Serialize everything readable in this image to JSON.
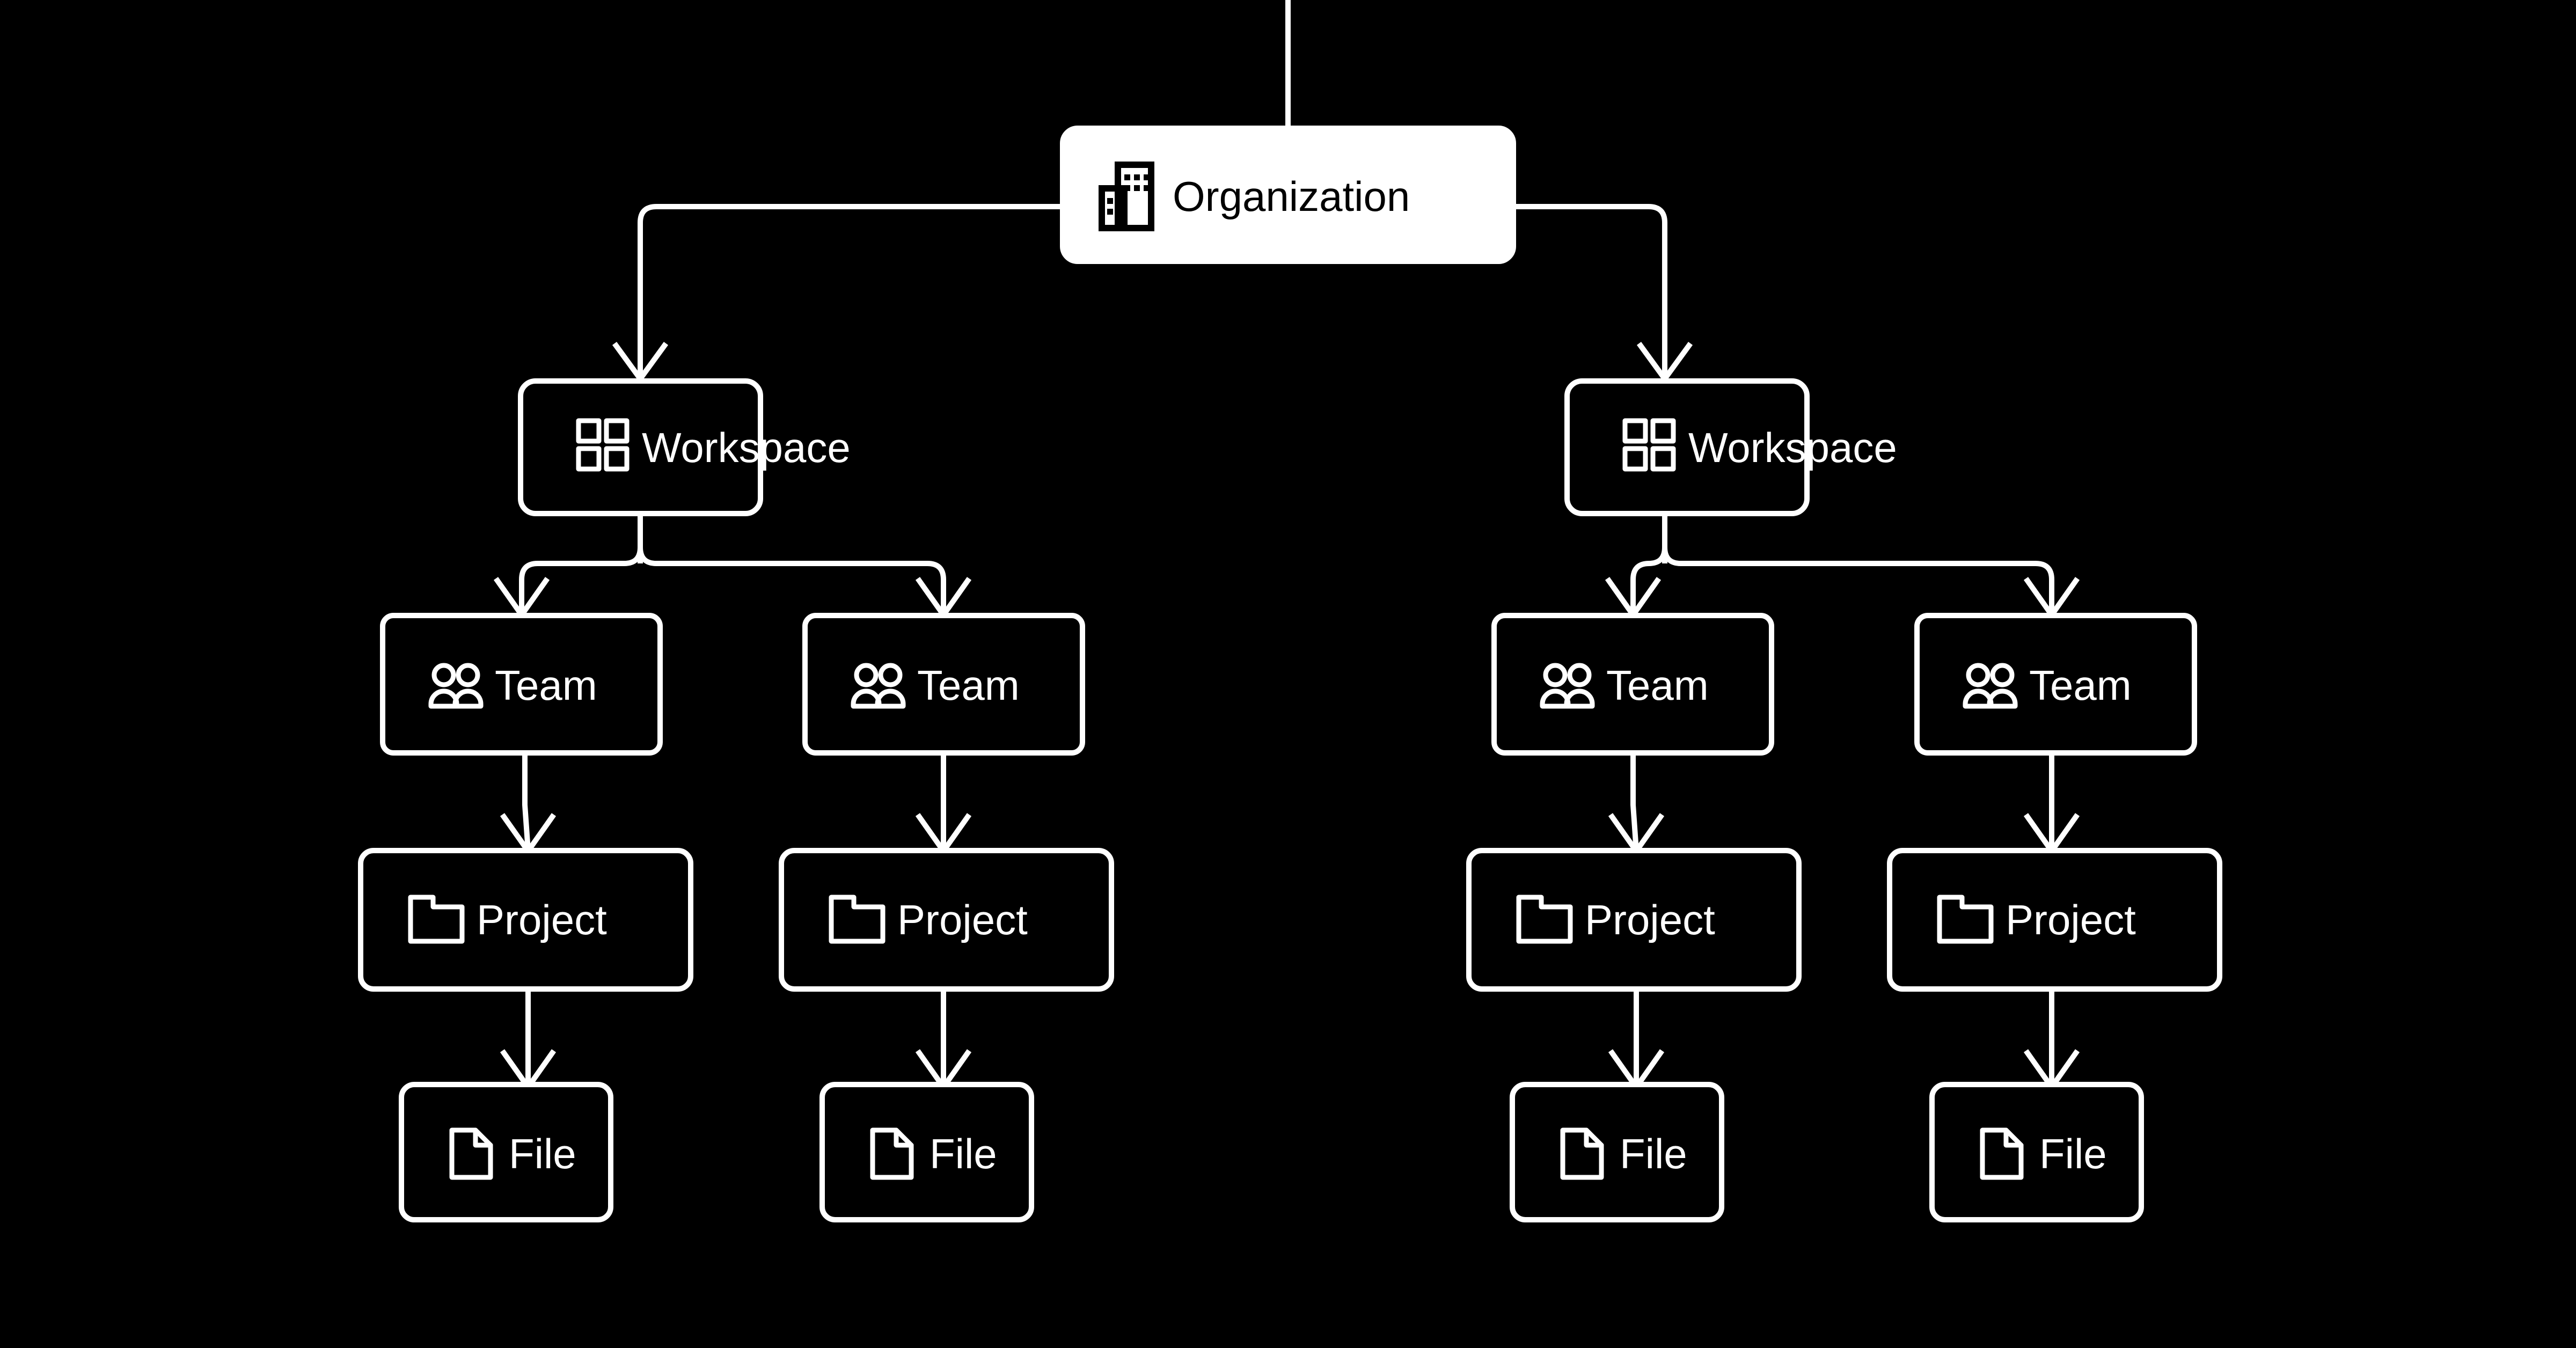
{
  "diagram": {
    "title": "Organization hierarchy tree",
    "background_color": "#000000",
    "line_color": "#ffffff",
    "accent_fill": "#ffffff",
    "levels": [
      "Organization",
      "Workspace",
      "Team",
      "Project",
      "File"
    ],
    "nodes": {
      "organization": {
        "label": "Organization",
        "icon": "building-icon",
        "style": "filled",
        "text_color": "#000000",
        "fill_color": "#ffffff"
      },
      "workspace_left": {
        "label": "Workspace",
        "icon": "grid-icon",
        "style": "outline",
        "text_color": "#ffffff",
        "fill_color": "#000000"
      },
      "workspace_right": {
        "label": "Workspace",
        "icon": "grid-icon",
        "style": "outline",
        "text_color": "#ffffff",
        "fill_color": "#000000"
      },
      "team_1": {
        "label": "Team",
        "icon": "users-icon",
        "style": "outline"
      },
      "team_2": {
        "label": "Team",
        "icon": "users-icon",
        "style": "outline"
      },
      "team_3": {
        "label": "Team",
        "icon": "users-icon",
        "style": "outline"
      },
      "team_4": {
        "label": "Team",
        "icon": "users-icon",
        "style": "outline"
      },
      "project_1": {
        "label": "Project",
        "icon": "folder-icon",
        "style": "outline"
      },
      "project_2": {
        "label": "Project",
        "icon": "folder-icon",
        "style": "outline"
      },
      "project_3": {
        "label": "Project",
        "icon": "folder-icon",
        "style": "outline"
      },
      "project_4": {
        "label": "Project",
        "icon": "folder-icon",
        "style": "outline"
      },
      "file_1": {
        "label": "File",
        "icon": "document-icon",
        "style": "outline"
      },
      "file_2": {
        "label": "File",
        "icon": "document-icon",
        "style": "outline"
      },
      "file_3": {
        "label": "File",
        "icon": "document-icon",
        "style": "outline"
      },
      "file_4": {
        "label": "File",
        "icon": "document-icon",
        "style": "outline"
      }
    },
    "edges": [
      {
        "from": "organization",
        "to": "workspace_left",
        "type": "fork-arrow"
      },
      {
        "from": "organization",
        "to": "workspace_right",
        "type": "fork-arrow"
      },
      {
        "from": "workspace_left",
        "to": "team_1",
        "type": "fork-arrow"
      },
      {
        "from": "workspace_left",
        "to": "team_2",
        "type": "fork-arrow"
      },
      {
        "from": "workspace_right",
        "to": "team_3",
        "type": "fork-arrow"
      },
      {
        "from": "workspace_right",
        "to": "team_4",
        "type": "fork-arrow"
      },
      {
        "from": "team_1",
        "to": "project_1",
        "type": "straight-arrow"
      },
      {
        "from": "team_2",
        "to": "project_2",
        "type": "straight-arrow"
      },
      {
        "from": "team_3",
        "to": "project_3",
        "type": "straight-arrow"
      },
      {
        "from": "team_4",
        "to": "project_4",
        "type": "straight-arrow"
      },
      {
        "from": "project_1",
        "to": "file_1",
        "type": "straight-arrow"
      },
      {
        "from": "project_2",
        "to": "file_2",
        "type": "straight-arrow"
      },
      {
        "from": "project_3",
        "to": "file_3",
        "type": "straight-arrow"
      },
      {
        "from": "project_4",
        "to": "file_4",
        "type": "straight-arrow"
      }
    ]
  }
}
